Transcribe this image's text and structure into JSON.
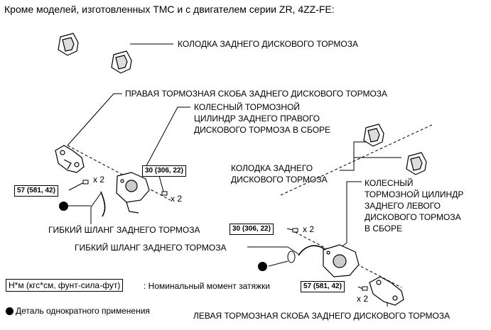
{
  "title": "Кроме моделей, изготовленных TMC и с двигателем серии ZR, 4ZZ-FE:",
  "labels": {
    "pad_rear_1": "КОЛОДКА ЗАДНЕГО ДИСКОВОГО ТОРМОЗА",
    "caliper_right": "ПРАВАЯ ТОРМОЗНАЯ СКОБА ЗАДНЕГО ДИСКОВОГО ТОРМОЗА",
    "cylinder_right": "КОЛЕСНЫЙ ТОРМОЗНОЙ\nЦИЛИНДР ЗАДНЕГО ПРАВОГО\nДИСКОВОГО ТОРМОЗА В СБОРЕ",
    "pad_rear_2": "КОЛОДКА ЗАДНЕГО\nДИСКОВОГО ТОРМОЗА",
    "cylinder_left": "КОЛЕСНЫЙ\nТОРМОЗНОЙ ЦИЛИНДР\nЗАДНЕГО ЛЕВОГО\nДИСКОВОГО ТОРМОЗА\nВ СБОРЕ",
    "hose_1": "ГИБКИЙ ШЛАНГ ЗАДНЕГО ТОРМОЗА",
    "hose_2": "ГИБКИЙ ШЛАНГ ЗАДНЕГО ТОРМОЗА",
    "caliper_left": "ЛЕВАЯ ТОРМОЗНАЯ СКОБА ЗАДНЕГО ДИСКОВОГО ТОРМОЗА"
  },
  "torques": {
    "t57_right": "57 (581, 42)",
    "t30_right": "30 (306, 22)",
    "t30_left": "30 (306, 22)",
    "t57_left": "57 (581, 42)"
  },
  "qty": {
    "q1": "x 2",
    "q2": "x 2",
    "q3": "x 2",
    "q4": "x 2"
  },
  "legend": {
    "torque_unit": "Н*м (кгс*см, фунт-сила-фут)",
    "torque_desc": ": Номинальный момент затяжки",
    "non_reusable": "Деталь однократного применения"
  }
}
